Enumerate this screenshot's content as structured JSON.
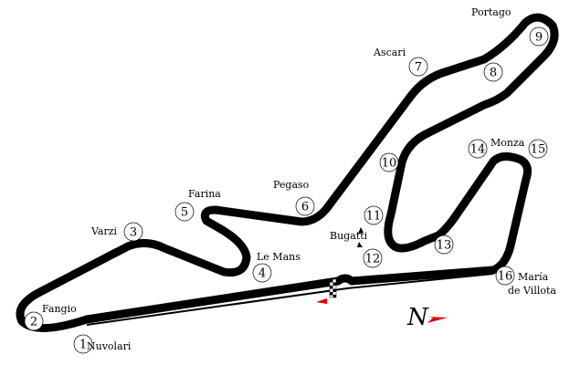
{
  "title": "Circuito de Jerez track map",
  "colors": {
    "track": "#000000",
    "arrow": "#e00000"
  },
  "north_label": "N",
  "corners": [
    {
      "number": "1",
      "name": "Nuvolari"
    },
    {
      "number": "2",
      "name": "Fangio"
    },
    {
      "number": "3",
      "name": "Varzi"
    },
    {
      "number": "4",
      "name": "Le Mans"
    },
    {
      "number": "5",
      "name": "Farina"
    },
    {
      "number": "6",
      "name": "Pegaso"
    },
    {
      "number": "7",
      "name": "Ascari"
    },
    {
      "number": "8",
      "name": ""
    },
    {
      "number": "9",
      "name": "Portago"
    },
    {
      "number": "10",
      "name": ""
    },
    {
      "number": "11",
      "name": ""
    },
    {
      "number": "12",
      "name": "Bugatti"
    },
    {
      "number": "13",
      "name": ""
    },
    {
      "number": "14",
      "name": ""
    },
    {
      "number": "15",
      "name": "Monza"
    },
    {
      "number": "16",
      "name": "María de Villota"
    }
  ],
  "label_16_line2": "de Villota",
  "label_16_line1": "María"
}
